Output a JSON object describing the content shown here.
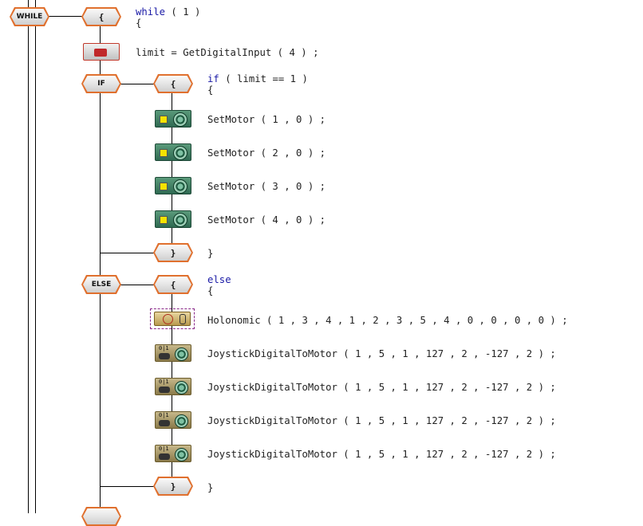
{
  "blocks": {
    "while": "WHILE",
    "if": "IF",
    "else": "ELSE",
    "open_brace": "{",
    "close_brace": "}"
  },
  "code": {
    "while_kw": "while",
    "while_rest": " ( 1 )",
    "brace_open": "{",
    "brace_close": "}",
    "limit_line": "limit = GetDigitalInput ( 4 ) ;",
    "if_kw": "if",
    "if_rest": " ( limit == 1 )",
    "setmotor_1": "SetMotor ( 1 , 0 ) ;",
    "setmotor_2": "SetMotor ( 2 , 0 ) ;",
    "setmotor_3": "SetMotor ( 3 , 0 ) ;",
    "setmotor_4": "SetMotor ( 4 , 0 ) ;",
    "else_kw": "else",
    "holonomic": "Holonomic ( 1 , 3 , 4 , 1 , 2 , 3 , 5 , 4 , 0 , 0 , 0 , 0 ) ;",
    "joystick": "JoystickDigitalToMotor ( 1 , 5 , 1 , 127 , 2 , -127 , 2 ) ;"
  },
  "icons": {
    "joystick_text": "0|1"
  }
}
